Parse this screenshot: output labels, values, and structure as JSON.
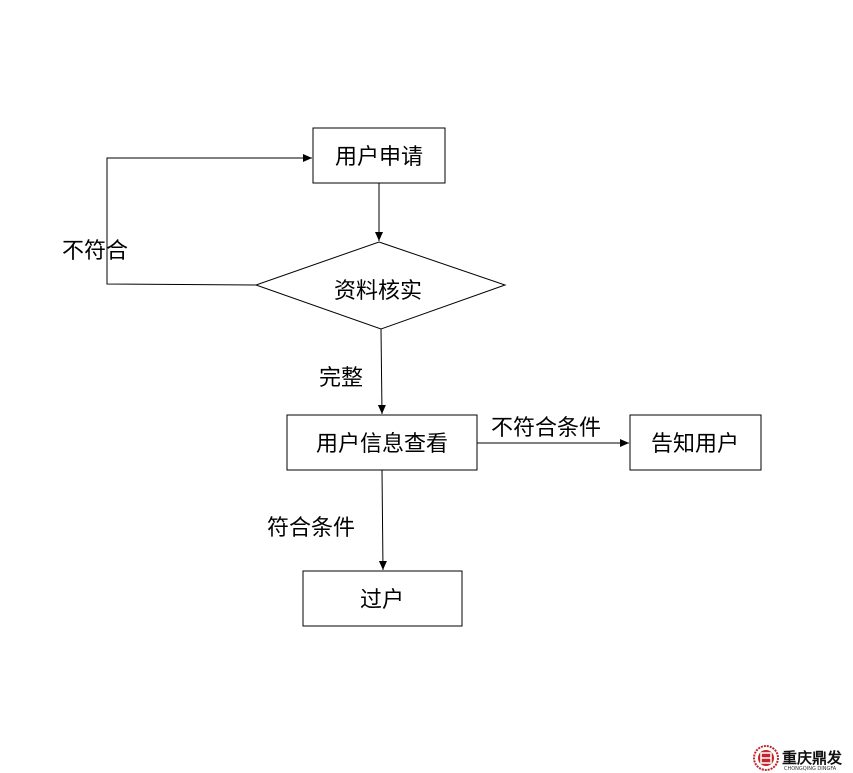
{
  "nodes": {
    "apply": "用户申请",
    "verify": "资料核实",
    "view": "用户信息查看",
    "notify": "告知用户",
    "transfer": "过户"
  },
  "edges": {
    "not_match": "不符合",
    "complete": "完整",
    "not_meet": "不符合条件",
    "meet": "符合条件"
  },
  "logo": {
    "name": "重庆鼎发",
    "subtitle": "CHONGQING DINGFA",
    "color": "#c0262b"
  }
}
